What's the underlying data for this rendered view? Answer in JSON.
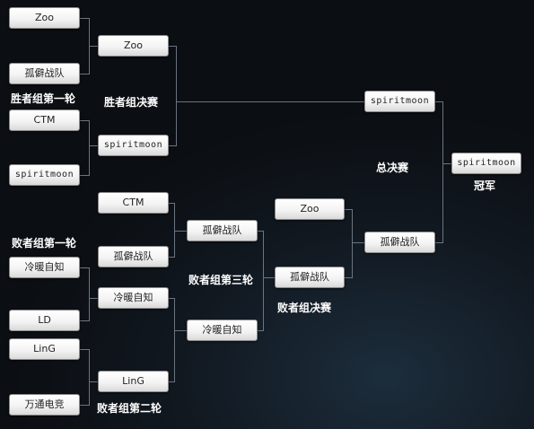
{
  "labels": {
    "winners_r1": "胜者组第一轮",
    "winners_final": "胜者组决赛",
    "losers_r1": "败者组第一轮",
    "losers_r2": "败者组第二轮",
    "losers_r3": "败者组第三轮",
    "losers_final": "败者组决赛",
    "grand_final": "总决赛",
    "champion": "冠军"
  },
  "winners_r1": {
    "match1": {
      "team1": "Zoo",
      "team2": "孤僻战队"
    },
    "match2": {
      "team1": "CTM",
      "team2": "spiritmoon"
    }
  },
  "winners_final": {
    "team1": "Zoo",
    "team2": "spiritmoon"
  },
  "losers_r1": {
    "match1": {
      "team1": "冷暖自知",
      "team2": "LD"
    },
    "match2": {
      "team1": "LinG",
      "team2": "万通电竞"
    }
  },
  "losers_r2": {
    "match1": {
      "team1": "CTM",
      "team2": "孤僻战队"
    },
    "match2": {
      "team1": "冷暖自知",
      "team2": "LinG"
    }
  },
  "losers_r3": {
    "team1": "孤僻战队",
    "team2": "冷暖自知"
  },
  "losers_final": {
    "team1": "Zoo",
    "team2": "孤僻战队"
  },
  "grand_final": {
    "team1": "spiritmoon",
    "team2": "孤僻战队"
  },
  "champion": {
    "team": "spiritmoon"
  }
}
